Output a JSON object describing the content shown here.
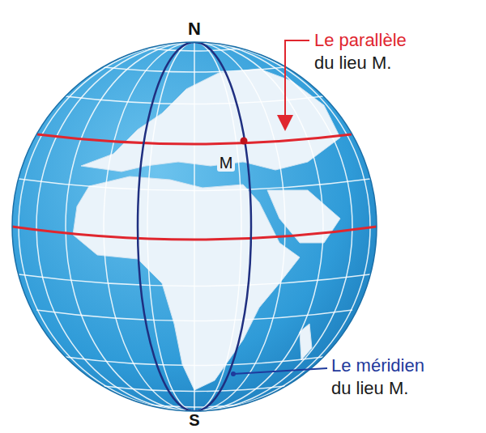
{
  "diagram": {
    "labels": [
      "N",
      "S",
      "M",
      "Le parallèle",
      "du lieu M.",
      "Le méridien",
      "du lieu M."
    ]
  }
}
